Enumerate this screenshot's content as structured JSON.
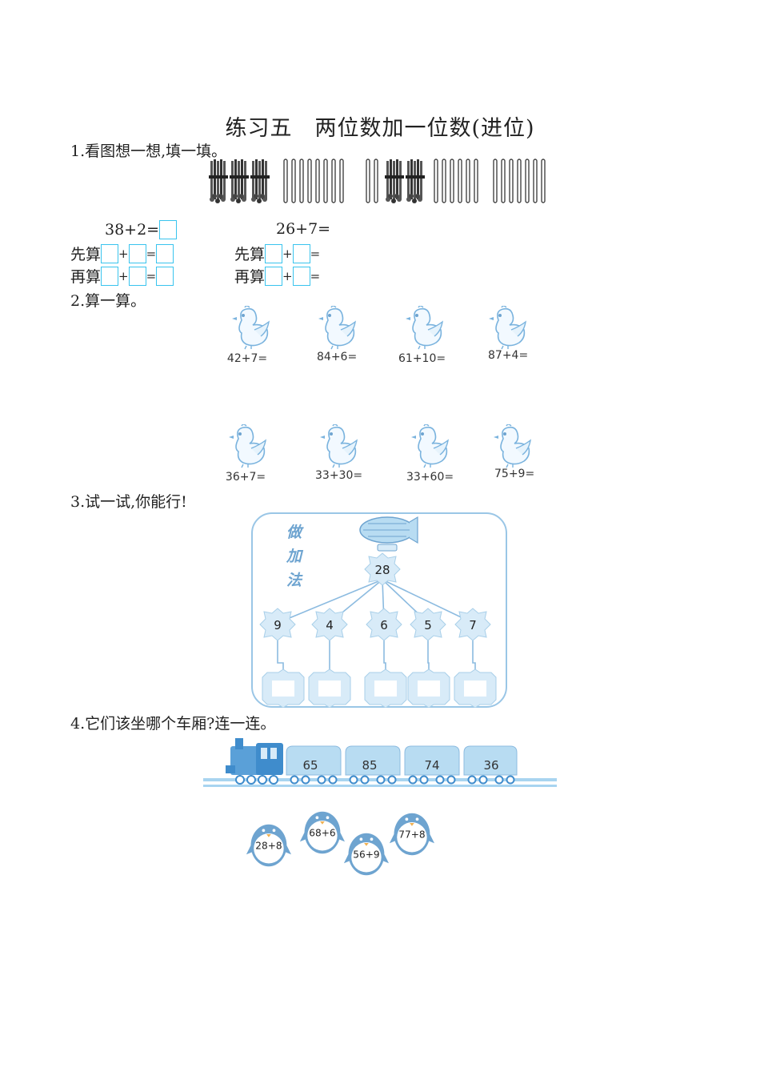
{
  "title": "练习五　两位数加一位数(进位)",
  "q1": {
    "heading": "1.看图想一想,填一填。",
    "left": {
      "equation": "38+2=",
      "step1": "先算",
      "step2": "再算",
      "plus": "+",
      "eq": "="
    },
    "right": {
      "equation": "26+7=",
      "step1": "先算",
      "step2": "再算",
      "plus": "+",
      "eq": "="
    }
  },
  "q2": {
    "heading": "2.算一算。",
    "problems": [
      "42+7=",
      "84+6=",
      "61+10=",
      "87+4=",
      "36+7=",
      "33+30=",
      "33+60=",
      "75+9="
    ]
  },
  "q3": {
    "heading": "3.试一试,你能行!",
    "side_label": [
      "做",
      "加",
      "法"
    ],
    "top_number": "28",
    "addends": [
      "9",
      "4",
      "6",
      "5",
      "7"
    ]
  },
  "q4": {
    "heading": "4.它们该坐哪个车厢?连一连。",
    "cars": [
      "65",
      "85",
      "74",
      "36"
    ],
    "penguins": [
      "28+8",
      "68+6",
      "56+9",
      "77+8"
    ]
  },
  "colors": {
    "accent": "#39c4ee",
    "light_blue": "#a8d4f0",
    "mid_blue": "#6ea4d0",
    "line": "#8cbbe0"
  }
}
